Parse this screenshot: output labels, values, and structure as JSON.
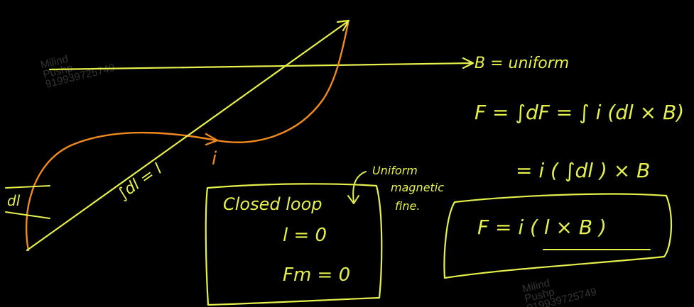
{
  "watermarks": [
    {
      "name": "Milind",
      "surname": "Pushp",
      "phone": "919939725749"
    },
    {
      "name": "Milind",
      "surname": "Pushp",
      "phone": "919939725749"
    }
  ],
  "labels": {
    "b_field": "B = uniform",
    "force_eq1": "F = ∫dF = ∫ i (dl × B)",
    "force_eq2": "= i ( ∫dl ) × B",
    "force_eq3": "F = i ( l × B )",
    "current": "i",
    "element": "dl",
    "integral": "∫dl = l",
    "uniform_note": "Uniform magnetic fine.",
    "closed_loop_title": "Closed loop",
    "closed_loop_l": "l = 0",
    "closed_loop_f": "Fm = 0"
  },
  "colors": {
    "background": "#000000",
    "ink_yellow": "#e6f04a",
    "ink_orange": "#f08a1c",
    "watermark": "#3a3a3a"
  }
}
